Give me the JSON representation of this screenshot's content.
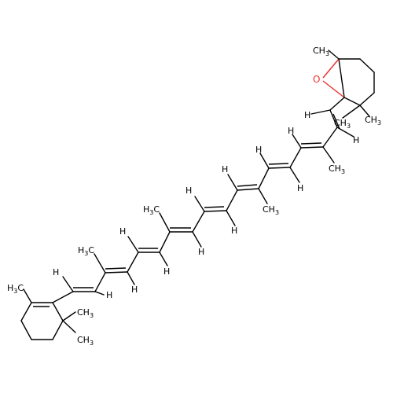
{
  "labels": {
    "methyl": "CH3",
    "methyl_c": "CH",
    "methyl_sub": "3",
    "hydrogen": "H",
    "methyl_left": "H3C",
    "methyl_left_h": "H",
    "methyl_left_c": "C",
    "oxygen": "O"
  },
  "colors": {
    "bond": "#000000",
    "oxygen": "#e8302a",
    "background": "#ffffff"
  }
}
